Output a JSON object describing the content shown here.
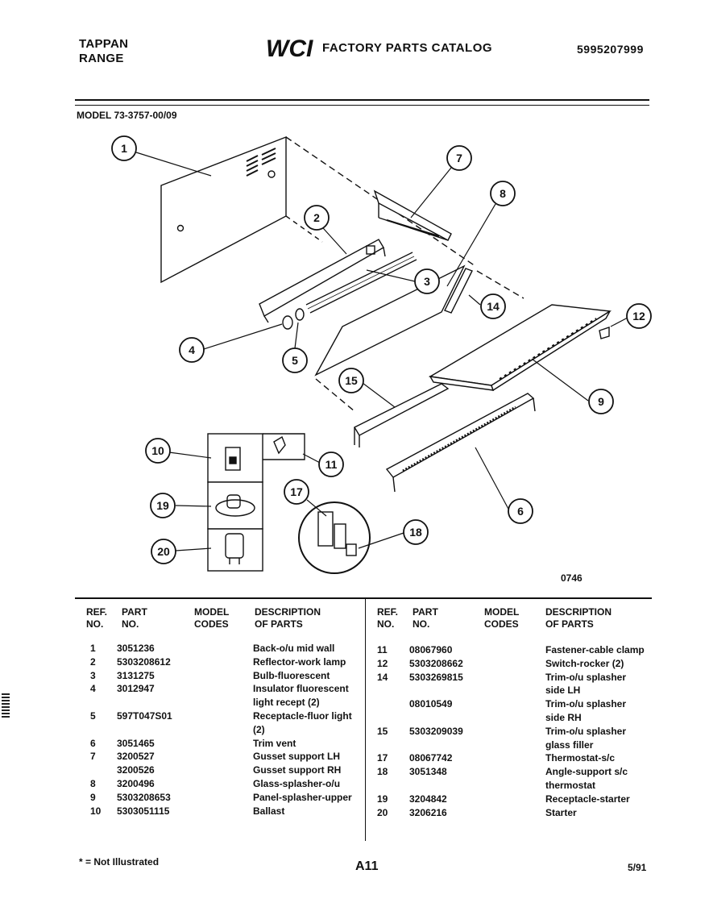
{
  "header": {
    "brand_line1": "TAPPAN",
    "brand_line2": "RANGE",
    "logo_text": "WCI",
    "catalog_title": "FACTORY PARTS CATALOG",
    "catalog_number": "5995207999",
    "model": "MODEL 73-3757-00/09"
  },
  "diagram": {
    "reference_code": "0746",
    "callouts": [
      "1",
      "2",
      "3",
      "4",
      "5",
      "6",
      "7",
      "8",
      "9",
      "10",
      "11",
      "12",
      "14",
      "15",
      "17",
      "18",
      "19",
      "20"
    ]
  },
  "table": {
    "headers": {
      "ref": [
        "REF.",
        "NO."
      ],
      "part": [
        "PART",
        "NO."
      ],
      "model": [
        "MODEL",
        "CODES"
      ],
      "desc": [
        "DESCRIPTION",
        "OF PARTS"
      ]
    },
    "left_rows": [
      {
        "ref": "1",
        "part": "3051236",
        "code": "",
        "desc": [
          "Back-o/u mid wall"
        ]
      },
      {
        "ref": "2",
        "part": "5303208612",
        "code": "",
        "desc": [
          "Reflector-work lamp"
        ]
      },
      {
        "ref": "3",
        "part": "3131275",
        "code": "",
        "desc": [
          "Bulb-fluorescent"
        ]
      },
      {
        "ref": "4",
        "part": "3012947",
        "code": "",
        "desc": [
          "Insulator fluorescent",
          "light recept (2)"
        ]
      },
      {
        "ref": "5",
        "part": "597T047S01",
        "code": "",
        "desc": [
          "Receptacle-fluor light",
          "(2)"
        ]
      },
      {
        "ref": "6",
        "part": "3051465",
        "code": "",
        "desc": [
          "Trim vent"
        ]
      },
      {
        "ref": "7",
        "part": "3200527",
        "code": "",
        "desc": [
          "Gusset support LH"
        ]
      },
      {
        "ref": "",
        "part": "3200526",
        "code": "",
        "desc": [
          "Gusset support RH"
        ]
      },
      {
        "ref": "8",
        "part": "3200496",
        "code": "",
        "desc": [
          "Glass-splasher-o/u"
        ]
      },
      {
        "ref": "9",
        "part": "5303208653",
        "code": "",
        "desc": [
          "Panel-splasher-upper"
        ]
      },
      {
        "ref": "10",
        "part": "5303051115",
        "code": "",
        "desc": [
          "Ballast"
        ]
      }
    ],
    "right_rows": [
      {
        "ref": "11",
        "part": "08067960",
        "code": "",
        "desc": [
          "Fastener-cable clamp"
        ]
      },
      {
        "ref": "12",
        "part": "5303208662",
        "code": "",
        "desc": [
          "Switch-rocker (2)"
        ]
      },
      {
        "ref": "14",
        "part": "5303269815",
        "code": "",
        "desc": [
          "Trim-o/u splasher",
          "side LH"
        ]
      },
      {
        "ref": "",
        "part": "08010549",
        "code": "",
        "desc": [
          "Trim-o/u splasher",
          "side RH"
        ]
      },
      {
        "ref": "15",
        "part": "5303209039",
        "code": "",
        "desc": [
          "Trim-o/u splasher",
          "glass filler"
        ]
      },
      {
        "ref": "17",
        "part": "08067742",
        "code": "",
        "desc": [
          "Thermostat-s/c"
        ]
      },
      {
        "ref": "18",
        "part": "3051348",
        "code": "",
        "desc": [
          "Angle-support s/c",
          "thermostat"
        ]
      },
      {
        "ref": "19",
        "part": "3204842",
        "code": "",
        "desc": [
          "Receptacle-starter"
        ]
      },
      {
        "ref": "20",
        "part": "3206216",
        "code": "",
        "desc": [
          "Starter"
        ]
      }
    ]
  },
  "footer": {
    "note": "* = Not Illustrated",
    "page": "A11",
    "date": "5/91"
  }
}
